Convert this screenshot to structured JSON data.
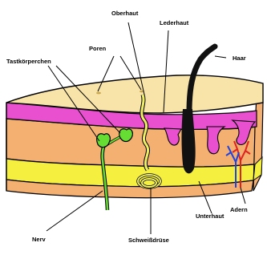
{
  "labels": {
    "oberhaut": "Oberhaut",
    "lederhaut": "Lederhaut",
    "poren": "Poren",
    "haar": "Haar",
    "tastkoerperchen": "Tastkörperchen",
    "adern": "Adern",
    "unterhaut": "Unterhaut",
    "nerv": "Nerv",
    "schweissdruese": "Schweißdrüse"
  },
  "colors": {
    "epidermis": "#f8e4a8",
    "dermis": "#e850d0",
    "subcutis": "#f3b070",
    "fat_band": "#f5ef40",
    "hair": "#111111",
    "nerve": "#66dd33",
    "sweat_gland": "#eeee66",
    "artery": "#dd2222",
    "vein": "#2244dd"
  }
}
